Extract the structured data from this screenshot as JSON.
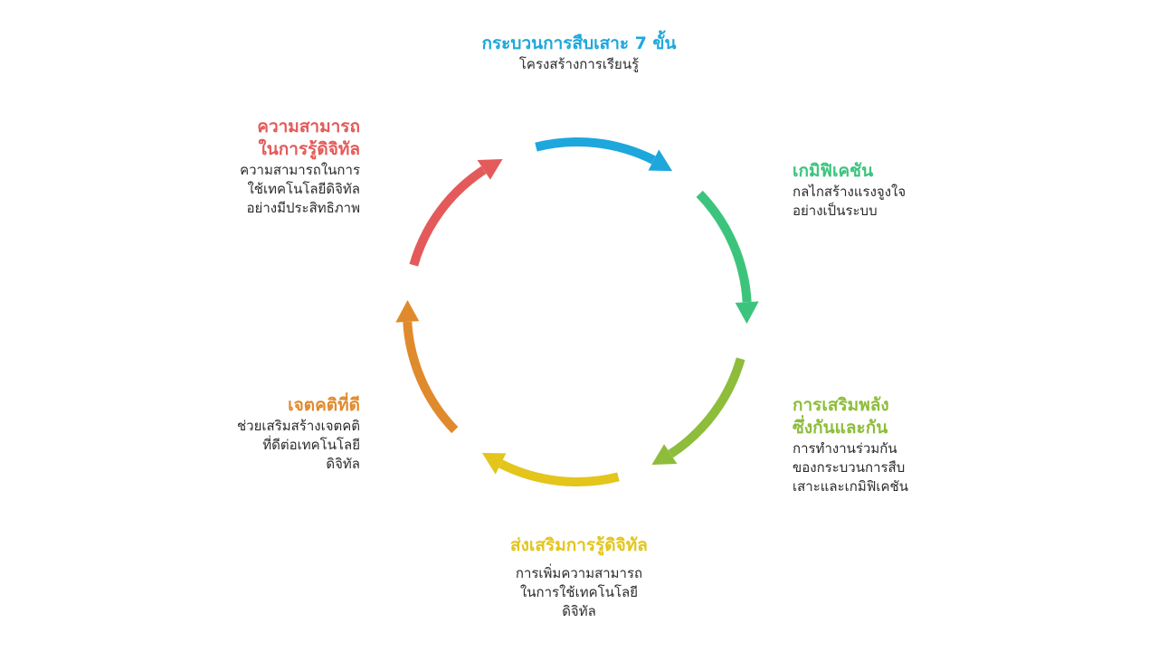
{
  "header": {
    "title": "กระบวนการสืบเสาะ 7 ขั้น",
    "subtitle": "โครงสร้างการเรียนรู้",
    "color": "#1ea7dc"
  },
  "steps": [
    {
      "key": "gamification",
      "title": "เกมิฟิเคชัน",
      "description": "กลไกสร้างแรงจูงใจ\nอย่างเป็นระบบ",
      "color": "#3cc47c"
    },
    {
      "key": "synergy",
      "title": "การเสริมพลัง\nซึ่งกันและกัน",
      "description": "การทำงานร่วมกัน\nของกระบวนการสืบ\nเสาะและเกมิฟิเคชัน",
      "color": "#8dbd3a"
    },
    {
      "key": "literacy",
      "title": "ส่งเสริมการรู้ดิจิทัล",
      "description": "การเพิ่มความสามารถ\nในการใช้เทคโนโลยี\nดิจิทัล",
      "color": "#e3c51c"
    },
    {
      "key": "attitude",
      "title": "เจตคติที่ดี",
      "description": "ช่วยเสริมสร้างเจตคติ\nที่ดีต่อเทคโนโลยี\nดิจิทัล",
      "color": "#e08a2e"
    },
    {
      "key": "competence",
      "title": "ความสามารถ\nในการรู้ดิจิทัล",
      "description": "ความสามารถในการ\nใช้เทคโนโลยีดิจิทัล\nอย่างมีประสิทธิภาพ",
      "color": "#e45a5a"
    }
  ],
  "cycle_arrows": [
    {
      "name": "arrow-top",
      "color": "#1ea7dc"
    },
    {
      "name": "arrow-gamification",
      "color": "#3cc47c"
    },
    {
      "name": "arrow-synergy",
      "color": "#8dbd3a"
    },
    {
      "name": "arrow-literacy",
      "color": "#e3c51c"
    },
    {
      "name": "arrow-attitude",
      "color": "#e08a2e"
    },
    {
      "name": "arrow-competence",
      "color": "#e45a5a"
    }
  ]
}
